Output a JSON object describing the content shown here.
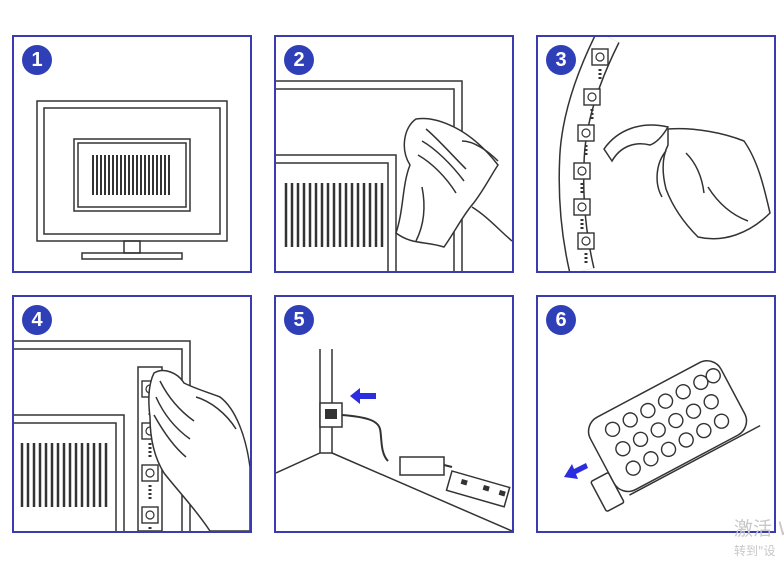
{
  "steps": [
    {
      "number": "1",
      "icon": "tv-icon"
    },
    {
      "number": "2",
      "icon": "cleaning-cloth-hand-icon"
    },
    {
      "number": "3",
      "icon": "peel-adhesive-strip-icon"
    },
    {
      "number": "4",
      "icon": "press-strip-onto-tv-icon"
    },
    {
      "number": "5",
      "icon": "usb-plug-in-icon"
    },
    {
      "number": "6",
      "icon": "remote-control-icon"
    }
  ],
  "watermark": {
    "line1": "激活 W",
    "line2": "转到\"设"
  },
  "colors": {
    "border": "#3b3bb0",
    "badge": "#2f3fb8",
    "arrow": "#2d2de0",
    "line": "#333333"
  }
}
